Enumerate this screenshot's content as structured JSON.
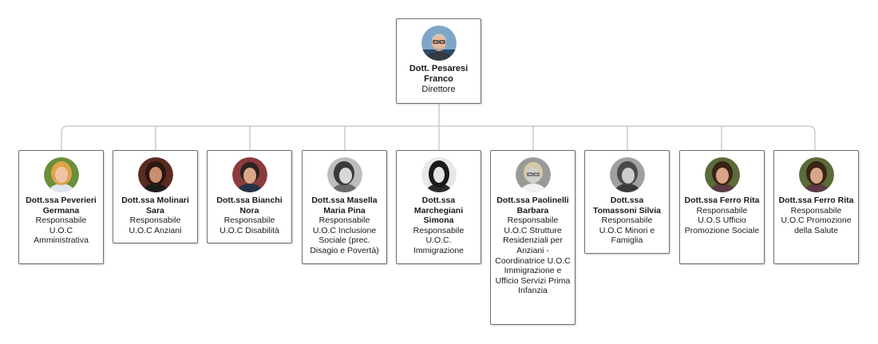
{
  "root": {
    "name": "Dott. Pesaresi Franco",
    "role": "Direttore",
    "avatar_bg": "#7fa6c9",
    "hair": "#c9c9c9"
  },
  "children": [
    {
      "name": "Dott.ssa Peverieri Germana",
      "role": "Responsabile U.O.C Amministrativa",
      "avatar_bg": "#6b8f3a",
      "hair": "#e0a24a"
    },
    {
      "name": "Dott.ssa Molinari Sara",
      "role": "Responsabile U.O.C Anziani",
      "avatar_bg": "#5a2b22",
      "hair": "#2a1812"
    },
    {
      "name": "Dott.ssa Bianchi Nora",
      "role": "Responsabile U.O.C Disabilità",
      "avatar_bg": "#8a3b3b",
      "hair": "#2b2222"
    },
    {
      "name": "Dott.ssa Masella Maria Pina",
      "role": "Responsabile U.O.C Inclusione Sociale (prec. Disagio e Povertà)",
      "avatar_bg": "#bdbdbd",
      "hair": "#3a3a3a"
    },
    {
      "name": "Dott.ssa Marchegiani Simona",
      "role": "Responsabile U.O.C. Immigrazione",
      "avatar_bg": "#e8e8e8",
      "hair": "#1a1a1a"
    },
    {
      "name": "Dott.ssa Paolinelli Barbara",
      "role": "Responsabile U.O.C Strutture Residenziali per Anziani - Coordinatrice U.O.C Immigrazione e Ufficio Servizi Prima Infanzia",
      "avatar_bg": "#9a9a9a",
      "hair": "#d8c8a8"
    },
    {
      "name": "Dott.ssa Tomassoni Silvia",
      "role": "Responsabile U.O.C Minori e Famiglia",
      "avatar_bg": "#a0a0a0",
      "hair": "#4a4a4a"
    },
    {
      "name": "Dott.ssa Ferro Rita",
      "role": "Responsabile U.O.S Ufficio Promozione Sociale",
      "avatar_bg": "#5b6b3a",
      "hair": "#3a2414"
    },
    {
      "name": "Dott.ssa Ferro Rita",
      "role": "Responsabile U.O.C Promozione della Salute",
      "avatar_bg": "#5b6b3a",
      "hair": "#3a2414"
    }
  ]
}
